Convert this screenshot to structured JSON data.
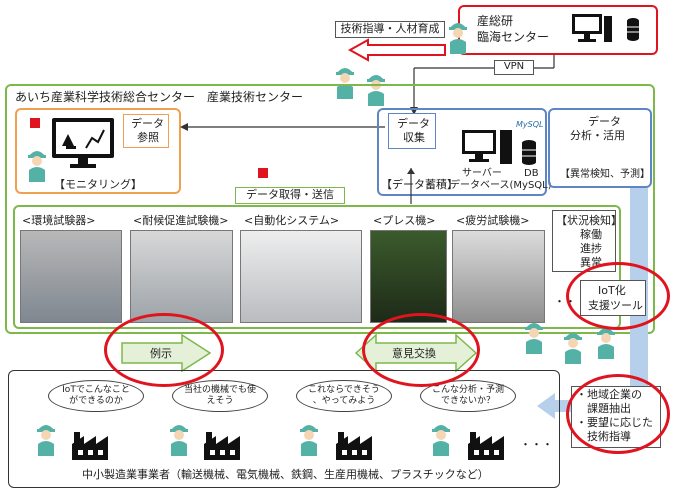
{
  "top": {
    "sanso_box": [
      "産総研",
      "臨海センター"
    ],
    "guidance_label": "技術指導・人材育成",
    "vpn_label": "VPN"
  },
  "center": {
    "title": "あいち産業科学技術総合センター　産業技術センター",
    "monitoring": {
      "data_ref": [
        "データ",
        "参照"
      ],
      "caption": "【モニタリング】"
    },
    "storage": {
      "collect": [
        "データ",
        "収集"
      ],
      "server": [
        "サーバー",
        "データベース(MySQL)"
      ],
      "db": "DB",
      "caption": "【データ蓄積】",
      "mysql_logo": "MySQL"
    },
    "analysis": {
      "title": [
        "データ",
        "分析・活用"
      ],
      "caption": "【異常検知、予測】"
    },
    "acquire_label": "データ取得・送信",
    "machines": [
      "<環境試験器>",
      "<耐候促進試験機>",
      "<自動化システム>",
      "<プレス機>",
      "<疲労試験機>"
    ],
    "status": [
      "【状況検知】",
      "稼働",
      "進捗",
      "異常"
    ],
    "dots": "・・・",
    "iot_tool": [
      "IoT化",
      "支援ツール"
    ]
  },
  "arrows": {
    "example": "例示",
    "exchange": "意見交換"
  },
  "bottom": {
    "clouds": [
      [
        "IoTでこんなこと",
        "ができるのか"
      ],
      [
        "当社の機械でも使",
        "えそう"
      ],
      [
        "これならできそう",
        "、やってみよう"
      ],
      [
        "こんな分析・予測",
        "できないか？"
      ]
    ],
    "support": [
      "・地域企業の",
      "　課題抽出",
      "・要望に応じた",
      "　技術指導"
    ],
    "caption": "中小製造業事業者（輸送機械、電気機械、鉄鋼、生産用機械、プラスチックなど）",
    "dots": "・・・"
  },
  "colors": {
    "green": "#7cb84a",
    "orange": "#f0a050",
    "blue": "#5f86c4",
    "red": "#e0141e",
    "light_blue": "#b6d0ec",
    "teal": "#54b1a6"
  }
}
